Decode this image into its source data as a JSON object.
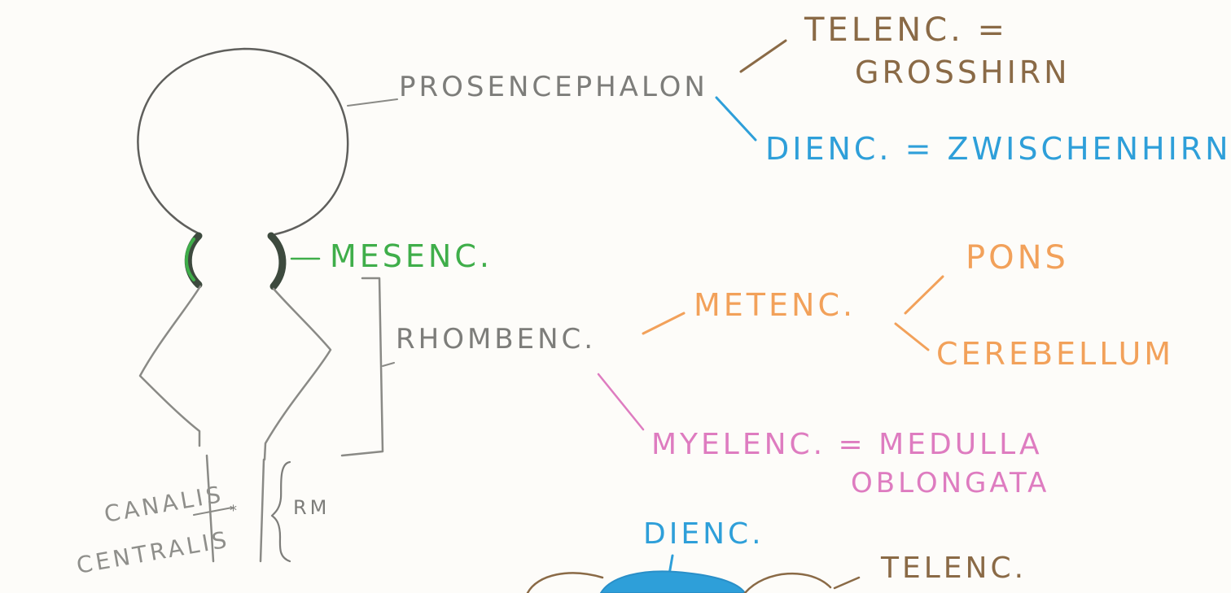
{
  "labels": {
    "prosencephalon": "PROSENCEPHALON",
    "telenc_line1": "TELENC. =",
    "telenc_line2": "GROSSHIRN",
    "dienc": "DIENC. = ZWISCHENHIRN",
    "mesenc": "MESENC.",
    "rhombenc": "RHOMBENC.",
    "metenc": "METENC.",
    "pons": "PONS",
    "cerebellum": "CEREBELLUM",
    "myelenc_line1": "MYELENC. = MEDULLA",
    "myelenc_line2": "OBLONGATA",
    "canalis_line1": "CANALIS",
    "canalis_line2": "CENTRALIS",
    "rm": "RM",
    "dienc_bottom": "DIENC.",
    "telenc_bottom": "TELENC."
  },
  "colors": {
    "graphite": "#7d7d7a",
    "outline": "#5f5f5c",
    "brown": "#8a6a46",
    "blue": "#2e9fd9",
    "green": "#3fae4a",
    "dark_green": "#3d4a3e",
    "orange": "#f2a15a",
    "pink": "#de7cc0"
  }
}
